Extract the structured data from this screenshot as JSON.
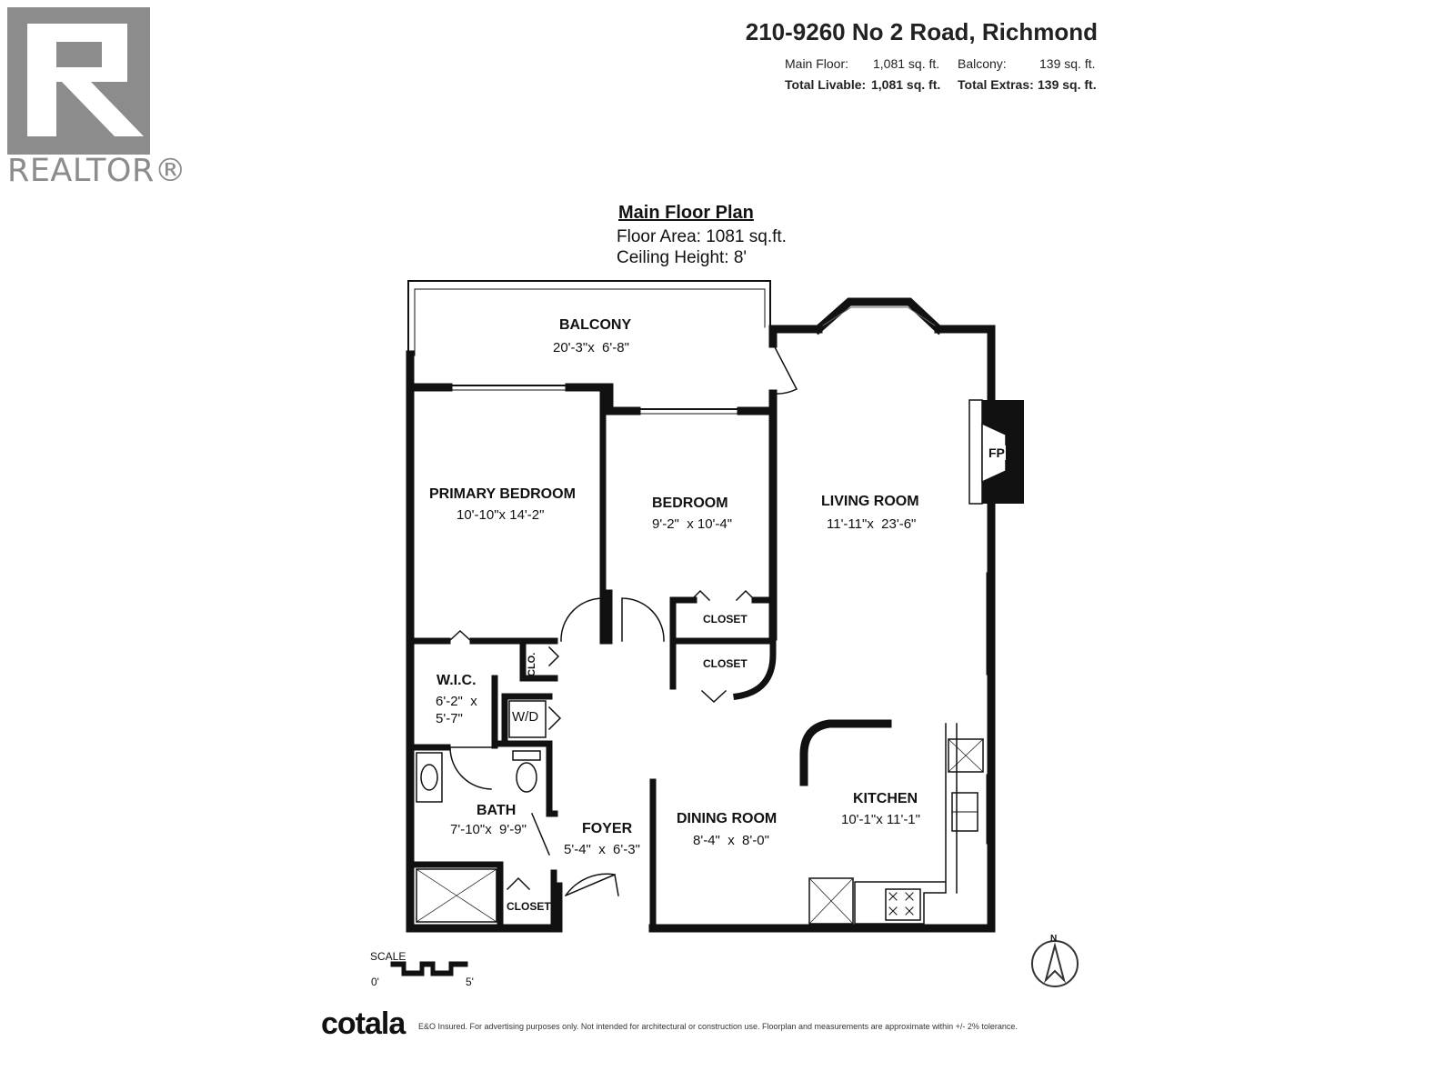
{
  "logo": {
    "text": "REALTOR®",
    "color": "#8c8c8c"
  },
  "header": {
    "address": "210-9260 No 2 Road, Richmond",
    "main_floor_label": "Main Floor:",
    "main_floor_value": "1,081 sq. ft.",
    "balcony_label": "Balcony:",
    "balcony_value": "139 sq. ft.",
    "total_livable_label": "Total Livable:",
    "total_livable_value": "1,081 sq. ft.",
    "total_extras_label": "Total Extras:",
    "total_extras_value": "139 sq. ft."
  },
  "plan": {
    "title": "Main Floor Plan",
    "floor_area": "Floor Area: 1081 sq.ft.",
    "ceiling_height": "Ceiling Height: 8'"
  },
  "rooms": {
    "balcony": {
      "name": "BALCONY",
      "dims": "20'-3\"x  6'-8\""
    },
    "primary_bedroom": {
      "name": "PRIMARY BEDROOM",
      "dims": "10'-10\"x 14'-2\""
    },
    "bedroom": {
      "name": "BEDROOM",
      "dims": "9'-2\"  x 10'-4\""
    },
    "living_room": {
      "name": "LIVING ROOM",
      "dims": "11'-11\"x  23'-6\""
    },
    "closet_bedroom": {
      "name": "CLOSET"
    },
    "closet_hall": {
      "name": "CLOSET"
    },
    "clo": {
      "name": "CLO."
    },
    "wic": {
      "name": "W.I.C.",
      "dims_1": "6'-2\"  x",
      "dims_2": "5'-7\""
    },
    "wd": {
      "name": "W/D"
    },
    "bath": {
      "name": "BATH",
      "dims": "7'-10\"x  9'-9\""
    },
    "foyer": {
      "name": "FOYER",
      "dims": "5'-4\"  x  6'-3\""
    },
    "dining_room": {
      "name": "DINING ROOM",
      "dims": "8'-4\"  x  8'-0\""
    },
    "kitchen": {
      "name": "KITCHEN",
      "dims": "10'-1\"x 11'-1\""
    },
    "closet_foyer": {
      "name": "CLOSET"
    },
    "fireplace": {
      "name": "FP"
    }
  },
  "scale": {
    "label": "SCALE",
    "start": "0'",
    "end": "5'"
  },
  "compass": {
    "label": "N"
  },
  "footer": {
    "brand": "cotala",
    "disclaimer": "E&O Insured. For advertising purposes only. Not intended for architectural or construction use. Floorplan and measurements are approximate within +/- 2% tolerance."
  }
}
